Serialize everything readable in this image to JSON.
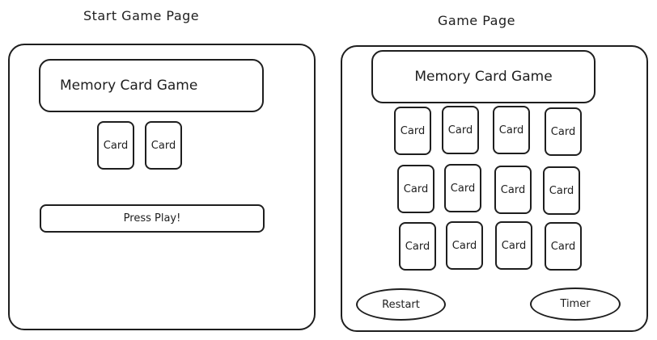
{
  "start_page": {
    "label": "Start Game Page",
    "title": "Memory Card Game",
    "cards": [
      "Card",
      "Card"
    ],
    "play_button": "Press Play!"
  },
  "game_page": {
    "label": "Game Page",
    "title": "Memory Card Game",
    "cards": [
      "Card",
      "Card",
      "Card",
      "Card",
      "Card",
      "Card",
      "Card",
      "Card",
      "Card",
      "Card",
      "Card",
      "Card"
    ],
    "restart_button": "Restart",
    "timer": "Timer"
  }
}
